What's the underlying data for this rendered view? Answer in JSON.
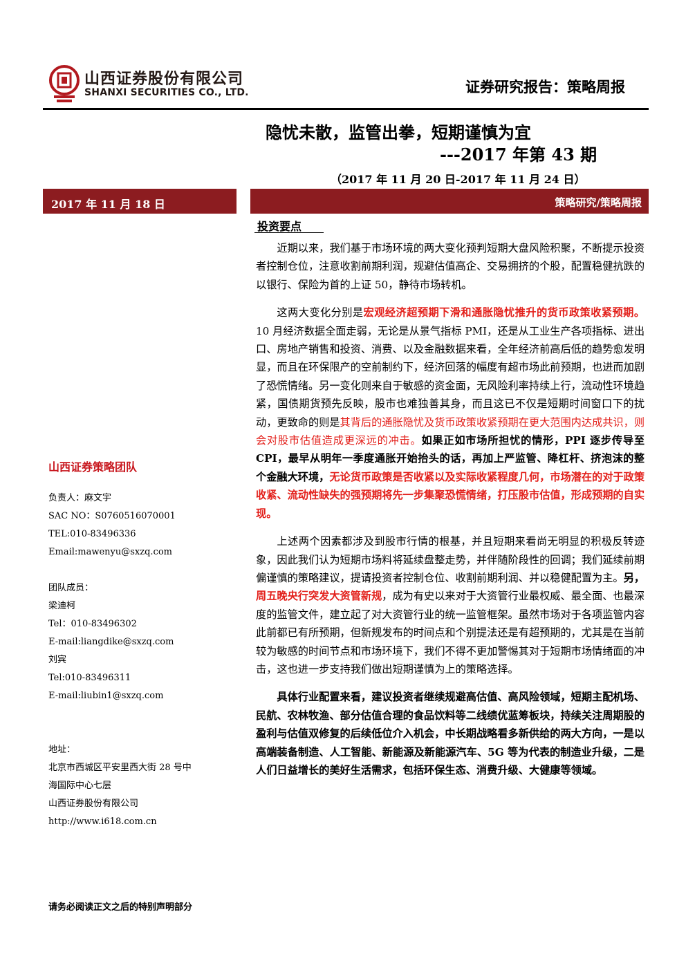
{
  "header": {
    "company_cn": "山西证券股份有限公司",
    "company_en": "SHANXI SECURITIES CO., LTD.",
    "report_type": "证券研究报告：策略周报",
    "brand_color": "#8c1c20"
  },
  "title": {
    "main": "隐忧未散，监管出拳，短期谨慎为宜",
    "issue": "---2017 年第 43 期",
    "date_range": "（2017 年 11 月 20 日-2017 年 11 月 24 日）"
  },
  "bar": {
    "date": "2017 年 11 月 18 日",
    "category": "策略研究/策略周报"
  },
  "section": {
    "heading": "投资要点"
  },
  "paragraphs": [
    {
      "segments": [
        {
          "text": "近期以来，我们基于市场环境的两大变化预判短期大盘风险积聚，不断提示投资者控制仓位，注意收割前期利润，规避估值高企、交易拥挤的个股，配置稳健抗跌的以银行、保险为首的上证 50，静待市场转机。",
          "style": "normal"
        }
      ]
    },
    {
      "segments": [
        {
          "text": "这两大变化分别是",
          "style": "normal"
        },
        {
          "text": "宏观经济超预期下滑和通胀隐忧推升的货币政策收紧预期。",
          "style": "red-bold"
        },
        {
          "text": "10 月经济数据全面走弱，无论是从景气指标 PMI，还是从工业生产各项指标、进出口、房地产销售和投资、消费、以及金融数据来看，全年经济前高后低的趋势愈发明显，而且在环保限产的空前制约下，经济回落的幅度有超市场此前预期，也进而加剧了恐慌情绪。另一变化则来自于敏感的资金面，无风险利率持续上行，流动性环境趋紧，国债期货预先反映，股市也难独善其身，而且这已不仅是短期时间窗口下的扰动，更致命的则是",
          "style": "normal"
        },
        {
          "text": "其背后的通胀隐忧及货币政策收紧预期在更大范围内达成共识，则会对股市估值造成更深远的冲击。",
          "style": "red"
        },
        {
          "text": "如果正如市场所担忧的情形，PPI 逐步传导至 CPI，最早从明年一季度通胀开始抬头的话，再加上严监管、降杠杆、挤泡沫的整个金融大环境，",
          "style": "bold"
        },
        {
          "text": "无论货币政策是否收紧以及实际收紧程度几何，市场潜在的对于政策收紧、流动性缺失的强预期将先一步集聚恐慌情绪，打压股市估值，形成预期的自实现。",
          "style": "red-bold"
        }
      ]
    },
    {
      "segments": [
        {
          "text": "上述两个因素都涉及到股市行情的根基，并且短期来看尚无明显的积极反转迹象，因此我们认为短期市场料将延续盘整走势，并伴随阶段性的回调；我们延续前期偏谨慎的策略建议，提请投资者控制仓位、收割前期利润、并以稳健配置为主。",
          "style": "normal"
        },
        {
          "text": "另，",
          "style": "bold"
        },
        {
          "text": "周五晚央行突发大资管新规",
          "style": "red-bold"
        },
        {
          "text": "，成为有史以来对于大资管行业最权威、最全面、也最深度的监管文件，建立起了对大资管行业的统一监管框架。虽然市场对于各项监管内容此前都已有所预期，但新规发布的时间点和个别提法还是有超预期的，尤其是在当前较为敏感的时间节点和市场环境下，我们不得不更加警惕其对于短期市场情绪面的冲击，这也进一步支持我们做出短期谨慎为上的策略选择。",
          "style": "normal"
        }
      ]
    },
    {
      "segments": [
        {
          "text": "具体行业配置来看，建议投资者继续规避高估值、高风险领域，短期主配机场、民航、农林牧渔、部分估值合理的食品饮料等二线绩优蓝筹板块，持续关注周期股的盈利与估值双修复的后续低位介入机会，中长期战略看多新供给的两大方向，一是以高端装备制造、人工智能、新能源及新能源汽车、5G 等为代表的制造业升级，二是人们日益增长的美好生活需求，包括环保生态、消费升级、大健康等领域。",
          "style": "bold"
        }
      ]
    }
  ],
  "sidebar": {
    "team_title": "山西证券策略团队",
    "lead": "负责人：麻文宇",
    "sac": "SAC NO：S0760516070001",
    "tel": "TEL:010-83496336",
    "email": "Email:mawenyu@sxzq.com",
    "members_label": "团队成员：",
    "member1_name": "梁迪柯",
    "member1_tel": "Tel：010-83496302",
    "member1_email": "E-mail:liangdike@sxzq.com",
    "member2_name": "刘宾",
    "member2_tel": "Tel:010-83496311",
    "member2_email": "E-mail:liubin1@sxzq.com",
    "address_label": "地址：",
    "address_line1": "北京市西城区平安里西大街 28 号中",
    "address_line2": "海国际中心七层",
    "address_line3": "山西证券股份有限公司",
    "website": "http://www.i618.com.cn"
  },
  "footer": {
    "note": "请务必阅读正文之后的特别声明部分"
  }
}
